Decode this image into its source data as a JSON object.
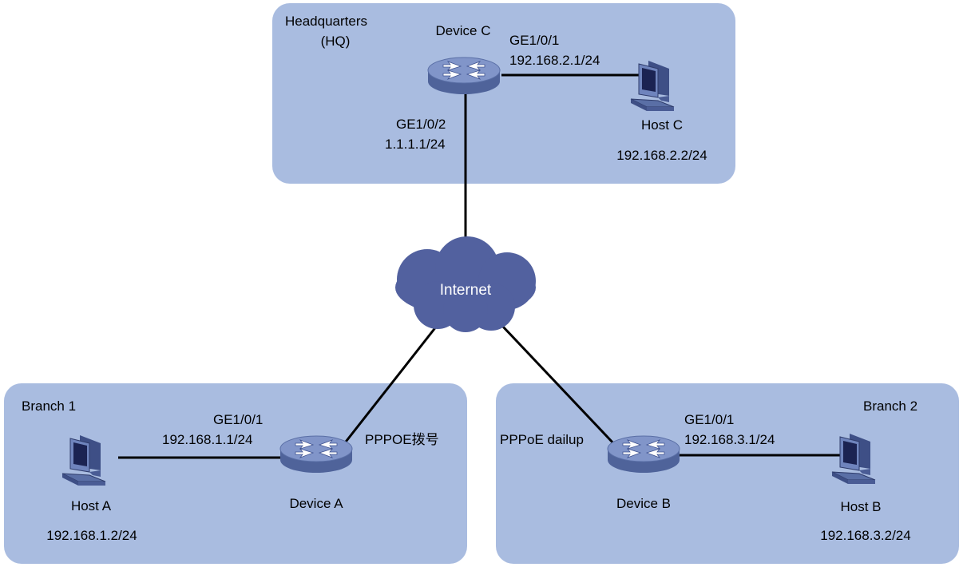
{
  "zones": {
    "hq": {
      "title_line1": "Headquarters",
      "title_line2": "(HQ)"
    },
    "branch1": {
      "title": "Branch 1"
    },
    "branch2": {
      "title": "Branch 2"
    }
  },
  "cloud": {
    "label": "Internet"
  },
  "devices": {
    "device_c": {
      "name": "Device C"
    },
    "device_a": {
      "name": "Device A"
    },
    "device_b": {
      "name": "Device B"
    }
  },
  "hosts": {
    "host_c": {
      "name": "Host C",
      "ip": "192.168.2.2/24"
    },
    "host_a": {
      "name": "Host A",
      "ip": "192.168.1.2/24"
    },
    "host_b": {
      "name": "Host B",
      "ip": "192.168.3.2/24"
    }
  },
  "interfaces": {
    "c_lan": {
      "port": "GE1/0/1",
      "ip": "192.168.2.1/24"
    },
    "c_wan": {
      "port": "GE1/0/2",
      "ip": "1.1.1.1/24"
    },
    "a_lan": {
      "port": "GE1/0/1",
      "ip": "192.168.1.1/24"
    },
    "b_lan": {
      "port": "GE1/0/1",
      "ip": "192.168.3.1/24"
    }
  },
  "links": {
    "a_dialup": "PPPOE拨号",
    "b_dialup": "PPPoE dailup"
  },
  "colors": {
    "zone_fill": "#a9bce0",
    "router_body": "#5a6fa6",
    "router_top": "#7d92c6",
    "cloud_fill": "#52619f",
    "link": "#000000"
  }
}
